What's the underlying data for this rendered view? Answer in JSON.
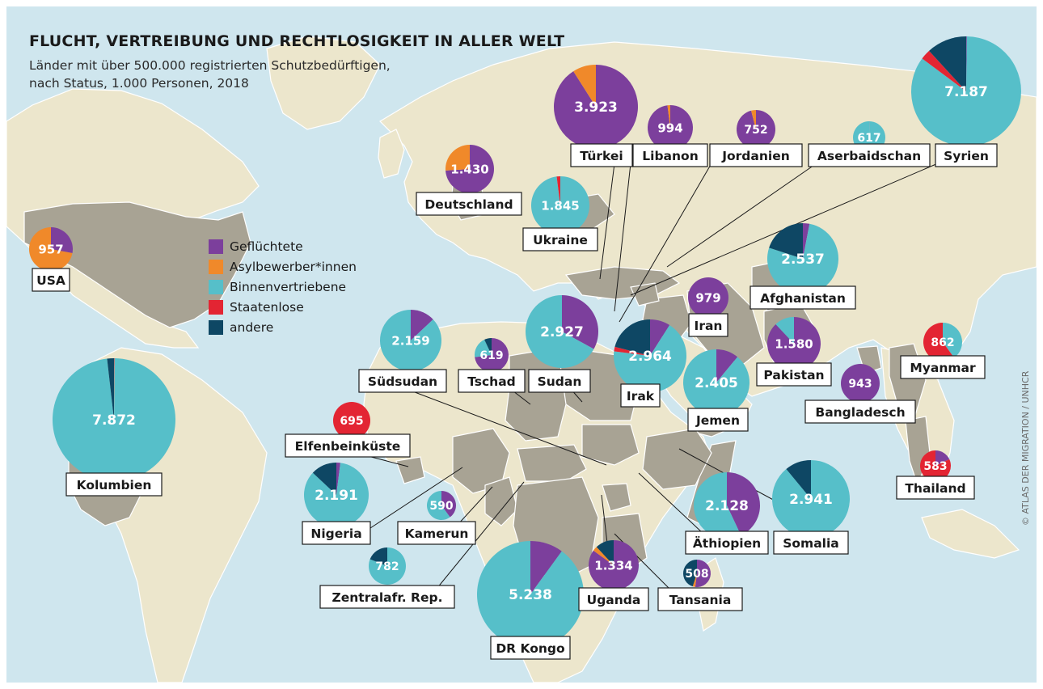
{
  "title": "FLUCHT, VERTREIBUNG UND RECHTLOSIGKEIT IN ALLER WELT",
  "subtitle_line1": "Länder mit über 500.000 registrierten Schutzbedürftigen,",
  "subtitle_line2": "nach Status, 1.000 Personen, 2018",
  "credit": "© ATLAS DER MIGRATION / UNHCR",
  "colors": {
    "ocean": "#cfe6ee",
    "land": "#ece6cc",
    "highlight": "#a8a394",
    "border": "#ffffff",
    "purple": "#7c3f9c",
    "orange": "#f0892a",
    "cyan": "#56bfc9",
    "red": "#e32533",
    "navy": "#0e4764"
  },
  "legend": [
    {
      "label": "Geflüchtete",
      "color": "#7c3f9c"
    },
    {
      "label": "Asylbewerber*innen",
      "color": "#f0892a"
    },
    {
      "label": "Binnenvertriebene",
      "color": "#56bfc9"
    },
    {
      "label": "Staatenlose",
      "color": "#e32533"
    },
    {
      "label": "andere",
      "color": "#0e4764"
    }
  ],
  "chart_data": {
    "type": "pie",
    "unit": "1.000 Personen",
    "year": 2018,
    "series_names": [
      "Geflüchtete",
      "Asylbewerber*innen",
      "Binnenvertriebene",
      "Staatenlose",
      "andere"
    ],
    "countries": [
      {
        "name": "USA",
        "total_label": "957",
        "total": 957,
        "shares": [
          0.28,
          0.72,
          0,
          0,
          0
        ]
      },
      {
        "name": "Kolumbien",
        "total_label": "7.872",
        "total": 7872,
        "shares": [
          0.001,
          0.001,
          0.98,
          0,
          0.018
        ]
      },
      {
        "name": "Deutschland",
        "total_label": "1.430",
        "total": 1430,
        "shares": [
          0.74,
          0.26,
          0,
          0,
          0
        ]
      },
      {
        "name": "Ukraine",
        "total_label": "1.845",
        "total": 1845,
        "shares": [
          0,
          0,
          0.98,
          0.02,
          0
        ]
      },
      {
        "name": "Türkei",
        "total_label": "3.923",
        "total": 3923,
        "shares": [
          0.91,
          0.09,
          0,
          0,
          0
        ]
      },
      {
        "name": "Libanon",
        "total_label": "994",
        "total": 994,
        "shares": [
          0.98,
          0.02,
          0,
          0,
          0
        ]
      },
      {
        "name": "Jordanien",
        "total_label": "752",
        "total": 752,
        "shares": [
          0.96,
          0.04,
          0,
          0,
          0
        ]
      },
      {
        "name": "Aserbaidschan",
        "total_label": "617",
        "total": 617,
        "shares": [
          0.002,
          0,
          0.998,
          0,
          0
        ]
      },
      {
        "name": "Syrien",
        "total_label": "7.187",
        "total": 7187,
        "shares": [
          0.002,
          0,
          0.85,
          0.03,
          0.118
        ]
      },
      {
        "name": "Afghanistan",
        "total_label": "2.537",
        "total": 2537,
        "shares": [
          0.03,
          0,
          0.77,
          0,
          0.2
        ]
      },
      {
        "name": "Iran",
        "total_label": "979",
        "total": 979,
        "shares": [
          1,
          0,
          0,
          0,
          0
        ]
      },
      {
        "name": "Pakistan",
        "total_label": "1.580",
        "total": 1580,
        "shares": [
          0.88,
          0,
          0.12,
          0,
          0
        ]
      },
      {
        "name": "Myanmar",
        "total_label": "862",
        "total": 862,
        "shares": [
          0,
          0,
          0.4,
          0.6,
          0
        ]
      },
      {
        "name": "Bangladesch",
        "total_label": "943",
        "total": 943,
        "shares": [
          1,
          0,
          0,
          0,
          0
        ]
      },
      {
        "name": "Thailand",
        "total_label": "583",
        "total": 583,
        "shares": [
          0.18,
          0,
          0,
          0.82,
          0
        ]
      },
      {
        "name": "Irak",
        "total_label": "2.964",
        "total": 2964,
        "shares": [
          0.09,
          0,
          0.68,
          0.02,
          0.21
        ]
      },
      {
        "name": "Jemen",
        "total_label": "2.405",
        "total": 2405,
        "shares": [
          0.11,
          0,
          0.89,
          0,
          0
        ]
      },
      {
        "name": "Sudan",
        "total_label": "2.927",
        "total": 2927,
        "shares": [
          0.33,
          0,
          0.67,
          0,
          0
        ]
      },
      {
        "name": "Südsudan",
        "total_label": "2.159",
        "total": 2159,
        "shares": [
          0.13,
          0,
          0.87,
          0,
          0
        ]
      },
      {
        "name": "Tschad",
        "total_label": "619",
        "total": 619,
        "shares": [
          0.73,
          0,
          0.2,
          0,
          0.07
        ]
      },
      {
        "name": "Elfenbeinküste",
        "total_label": "695",
        "total": 695,
        "shares": [
          0,
          0,
          0,
          1,
          0
        ]
      },
      {
        "name": "Nigeria",
        "total_label": "2.191",
        "total": 2191,
        "shares": [
          0.02,
          0,
          0.85,
          0,
          0.13
        ]
      },
      {
        "name": "Kamerun",
        "total_label": "590",
        "total": 590,
        "shares": [
          0.4,
          0,
          0.6,
          0,
          0
        ]
      },
      {
        "name": "Zentralafr. Rep.",
        "total_label": "782",
        "total": 782,
        "shares": [
          0,
          0,
          0.81,
          0,
          0.19
        ]
      },
      {
        "name": "DR Kongo",
        "total_label": "5.238",
        "total": 5238,
        "shares": [
          0.1,
          0,
          0.9,
          0,
          0
        ]
      },
      {
        "name": "Uganda",
        "total_label": "1.334",
        "total": 1334,
        "shares": [
          0.85,
          0.03,
          0,
          0,
          0.12
        ]
      },
      {
        "name": "Tansania",
        "total_label": "508",
        "total": 508,
        "shares": [
          0.52,
          0.03,
          0,
          0,
          0.45
        ]
      },
      {
        "name": "Äthiopien",
        "total_label": "2.128",
        "total": 2128,
        "shares": [
          0.43,
          0,
          0.57,
          0,
          0
        ]
      },
      {
        "name": "Somalia",
        "total_label": "2.941",
        "total": 2941,
        "shares": [
          0,
          0,
          0.89,
          0,
          0.11
        ]
      }
    ]
  }
}
